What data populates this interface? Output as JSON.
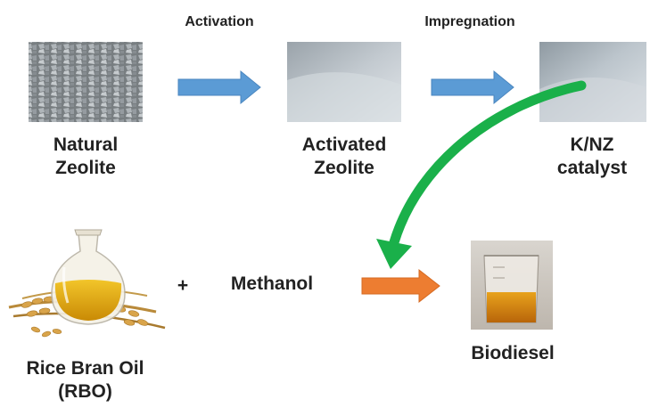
{
  "steps": {
    "activation": "Activation",
    "impregnation": "Impregnation"
  },
  "nodes": {
    "natural_zeolite": [
      "Natural",
      "Zeolite"
    ],
    "activated_zeolite": [
      "Activated",
      "Zeolite"
    ],
    "catalyst": [
      "K/NZ",
      "catalyst"
    ],
    "rbo": [
      "Rice Bran Oil",
      "(RBO)"
    ],
    "methanol": "Methanol",
    "plus": "+",
    "biodiesel": "Biodiesel"
  },
  "colors": {
    "arrow_blue": "#5b9bd5",
    "arrow_green": "#1ab04a",
    "arrow_orange": "#ed7d31",
    "oil": "#d9a106"
  }
}
